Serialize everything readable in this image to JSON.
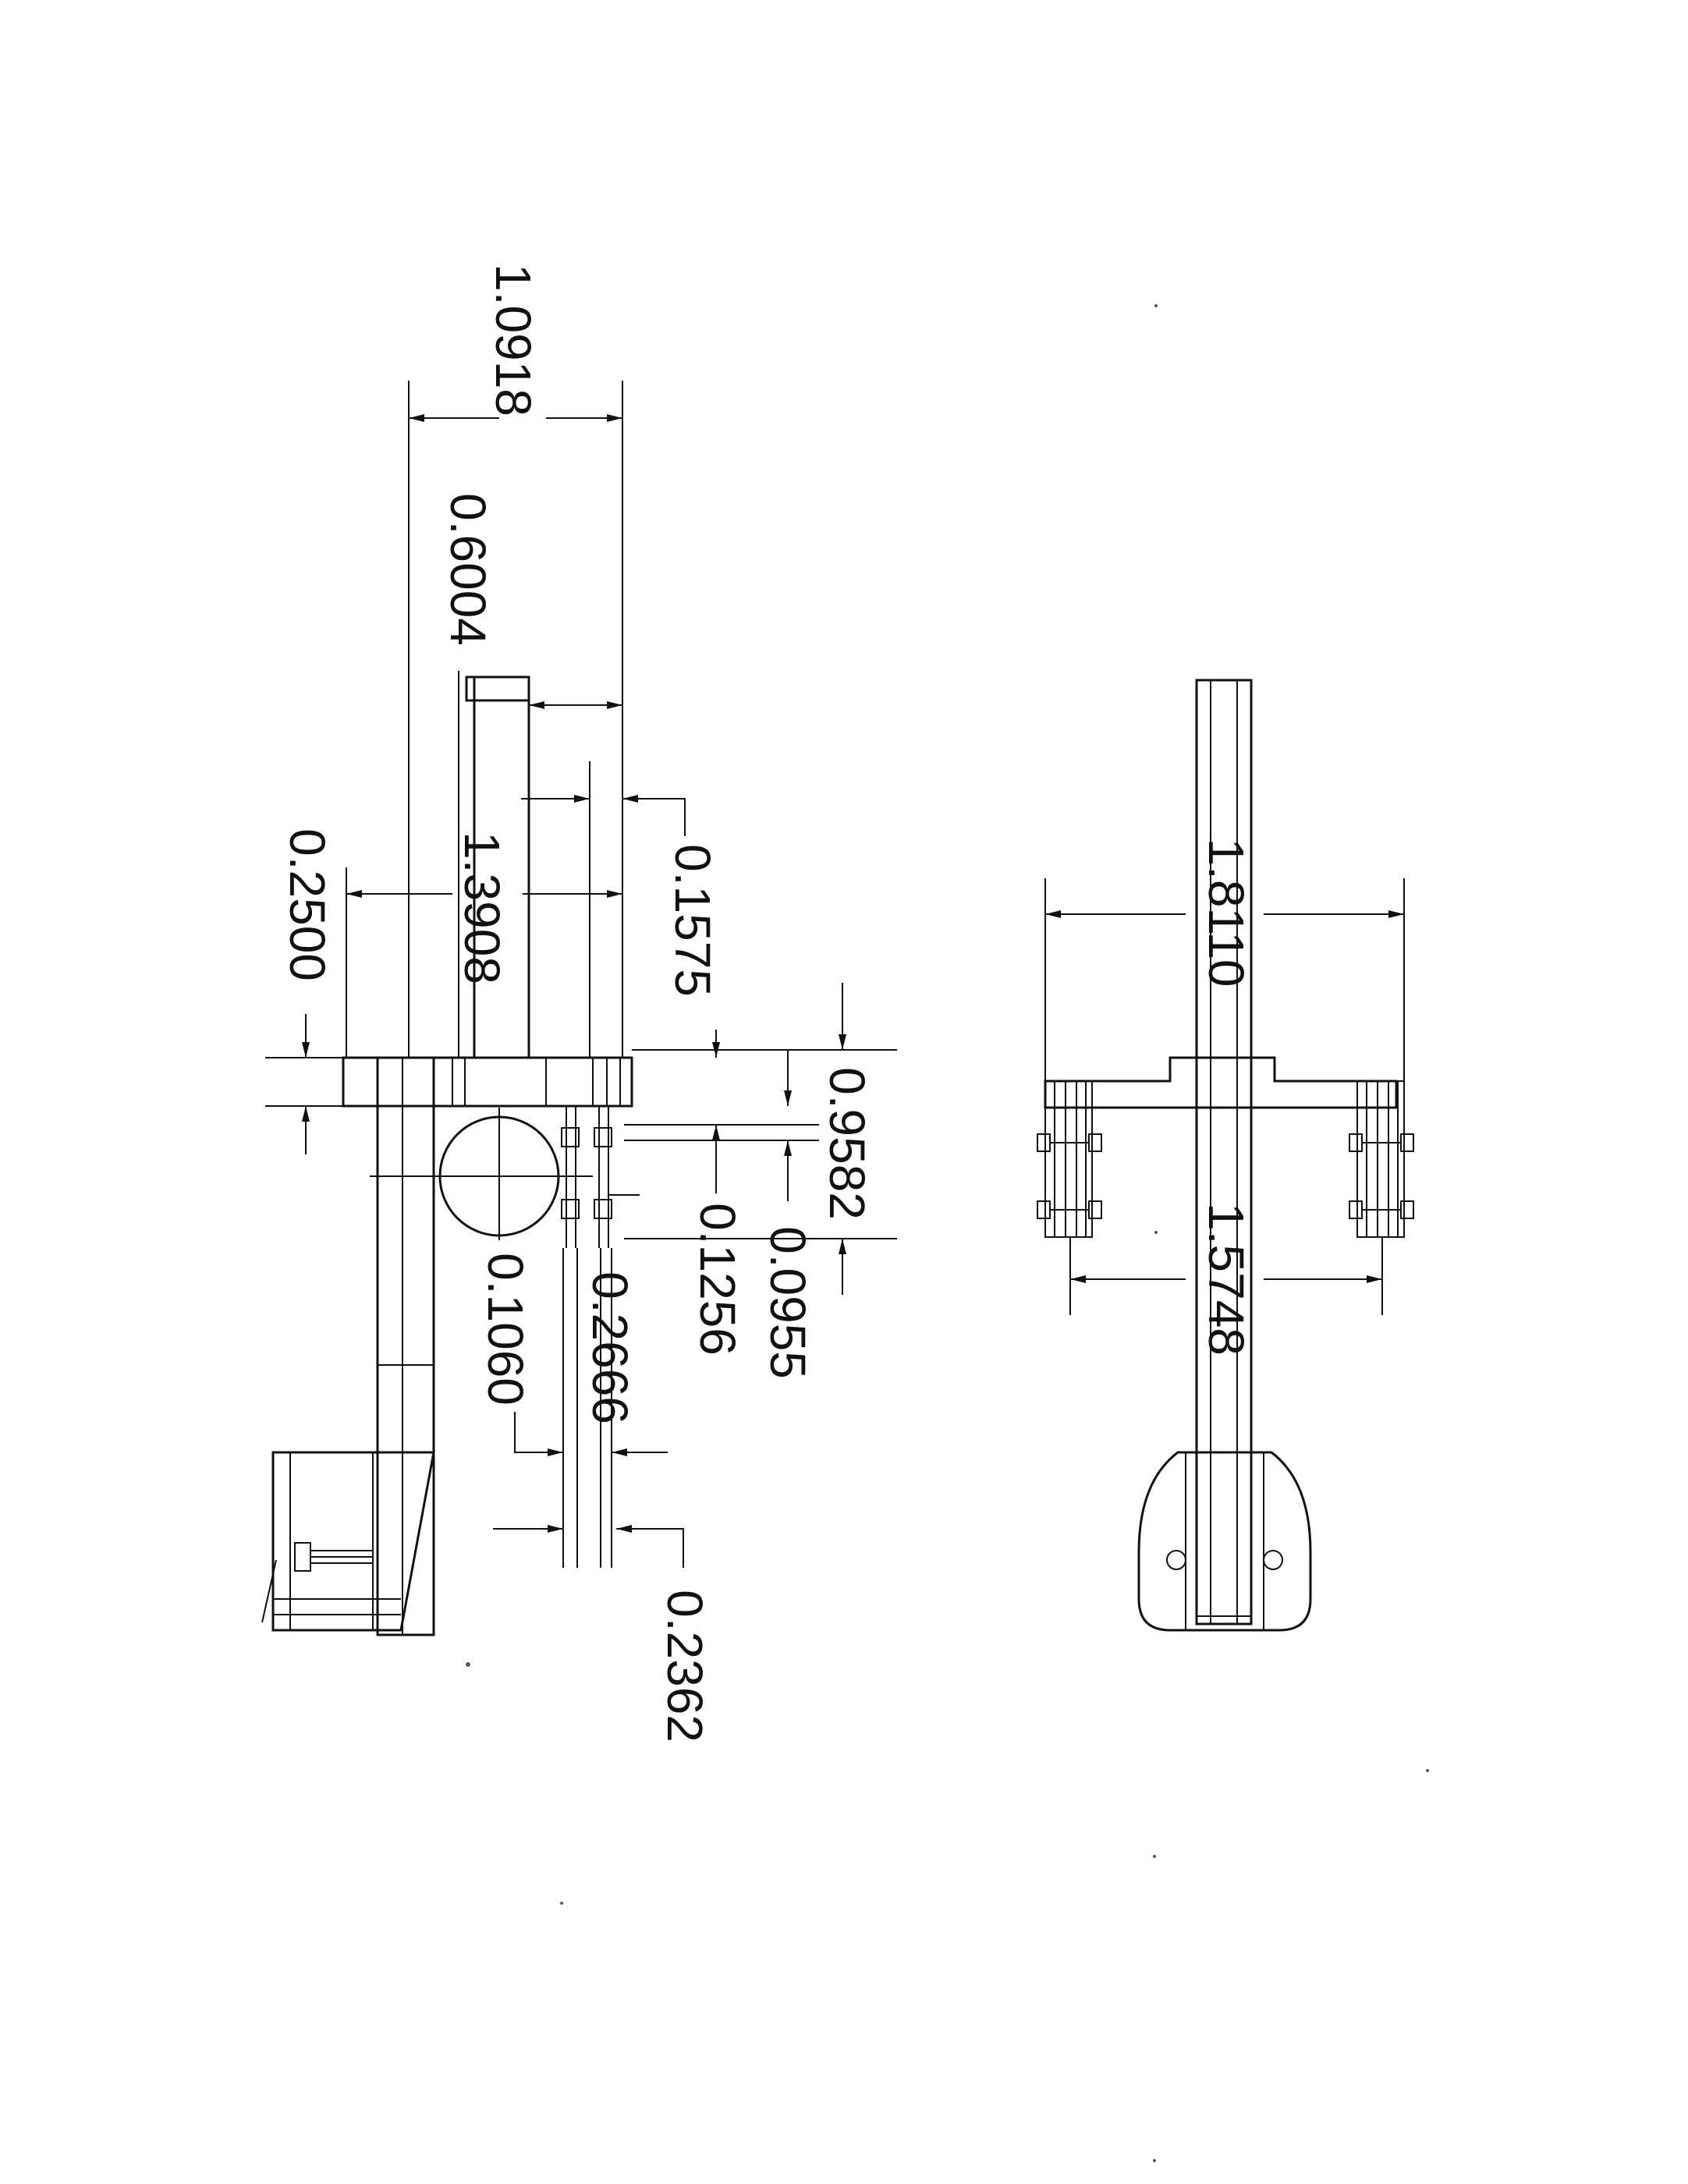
{
  "views": {
    "side_view": {
      "dimensions": {
        "d1": "1.0918",
        "d2": "0.6004",
        "d3": "0.1575",
        "d4": "0.2500",
        "d5": "1.3908",
        "d6": "0.9582",
        "d7": "0.1256",
        "d8": "0.0955",
        "d9": "0.1060",
        "d10": "0.2666",
        "d11": "0.2362"
      }
    },
    "top_view": {
      "dimensions": {
        "d1": "1.8110",
        "d2": "1.5748"
      }
    }
  }
}
